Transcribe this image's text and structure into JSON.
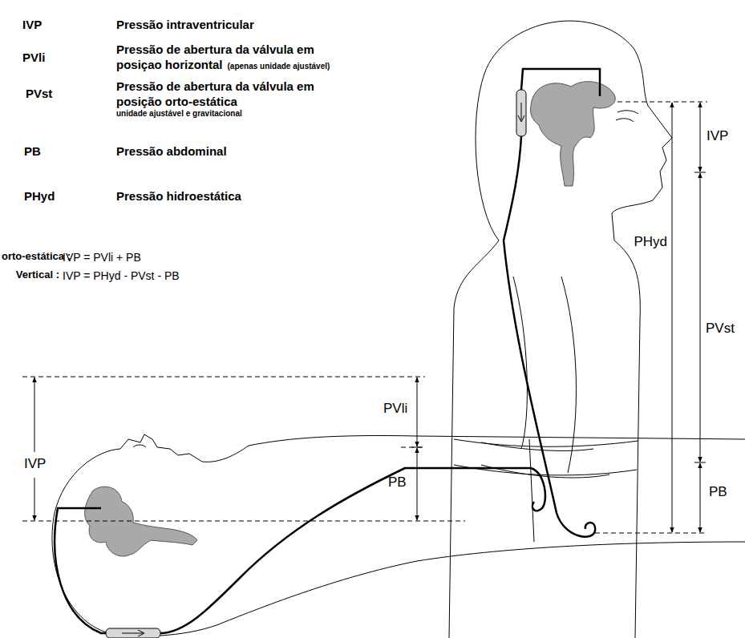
{
  "diagram": {
    "labels": [
      "IVP",
      "Pressão intraventricular",
      "PVli",
      "Pressão de abertura da válvula em posiçao horizontal",
      "(apenas unidade ajustável)",
      "PVst",
      "Pressão de abertura da válvula em posição orto-estática",
      "unidade ajustável e gravitacional",
      "PB",
      "Pressão abdominal",
      "PHyd",
      "Pressão hidroestática",
      "orto-estática :",
      "IVP = PVli + PB",
      "Vertical :",
      "IVP = PHyd - PVst - PB",
      "PVli",
      "PB",
      "IVP",
      "IVP",
      "PHyd",
      "PVst",
      "PB"
    ]
  }
}
